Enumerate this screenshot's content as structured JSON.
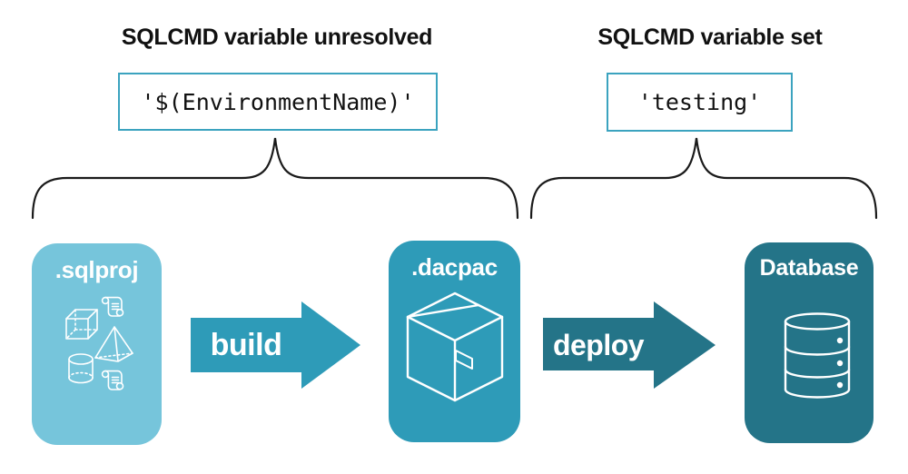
{
  "annotations": {
    "left": {
      "heading": "SQLCMD variable unresolved",
      "value": "'$(EnvironmentName)'"
    },
    "right": {
      "heading": "SQLCMD variable set",
      "value": "'testing'"
    }
  },
  "pipeline": {
    "nodes": [
      {
        "label": ".sqlproj",
        "color": "#76C5DB",
        "icon": "sql-objects-icon"
      },
      {
        "label": ".dacpac",
        "color": "#2E9BB8",
        "icon": "package-icon"
      },
      {
        "label": "Database",
        "color": "#247488",
        "icon": "database-icon"
      }
    ],
    "arrows": [
      {
        "label": "build",
        "color": "#2E9BB8"
      },
      {
        "label": "deploy",
        "color": "#247488"
      }
    ]
  },
  "colors": {
    "background": "#FFFFFF",
    "value_box_border": "#3BA3BF",
    "brace_stroke": "#1A1A1A",
    "heading_text": "#111111",
    "node_text": "#FFFFFF"
  }
}
